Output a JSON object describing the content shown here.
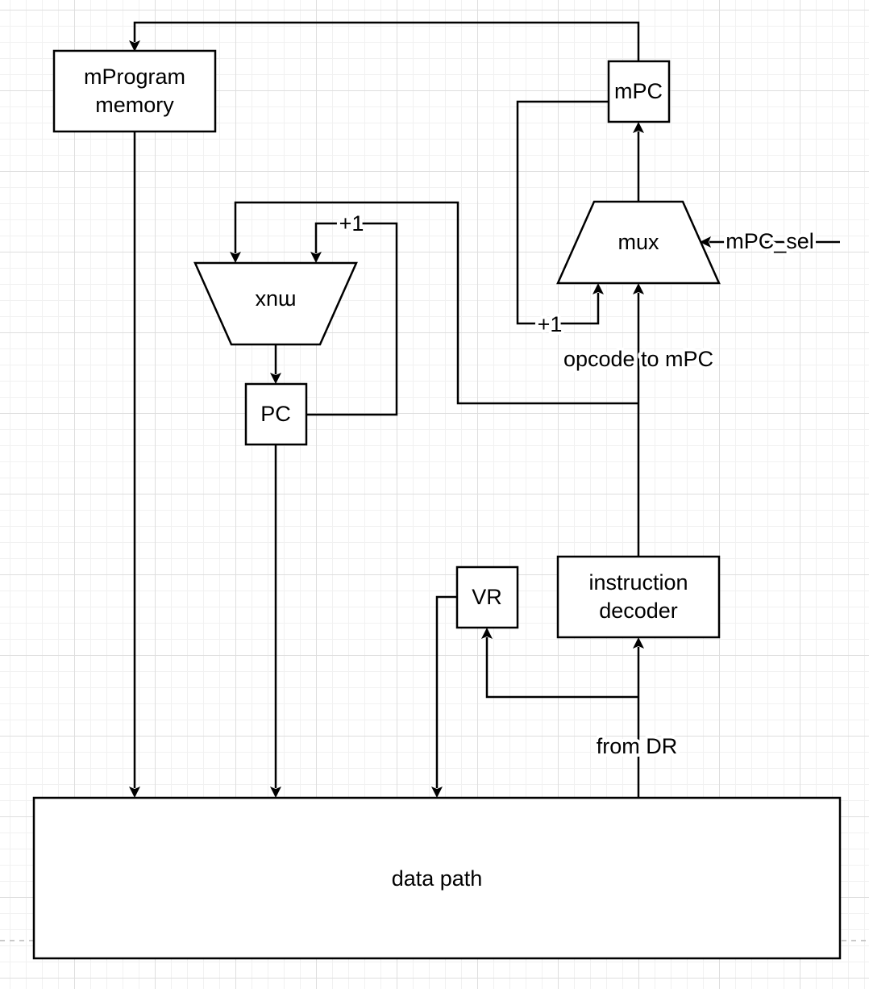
{
  "blocks": {
    "mprogram_memory": [
      "mProgram",
      "memory"
    ],
    "mpc": "mPC",
    "mux_right": "mux",
    "mux_left": "mux",
    "pc": "PC",
    "vr": "VR",
    "instruction_decoder": [
      "instruction",
      "decoder"
    ],
    "data_path": "data path"
  },
  "signals": {
    "plus_one_left": "+1",
    "plus_one_right": "+1",
    "mpc_sel": "mPC_sel",
    "opcode_to_mpc": "opcode to mPC",
    "from_dr": "from DR"
  }
}
